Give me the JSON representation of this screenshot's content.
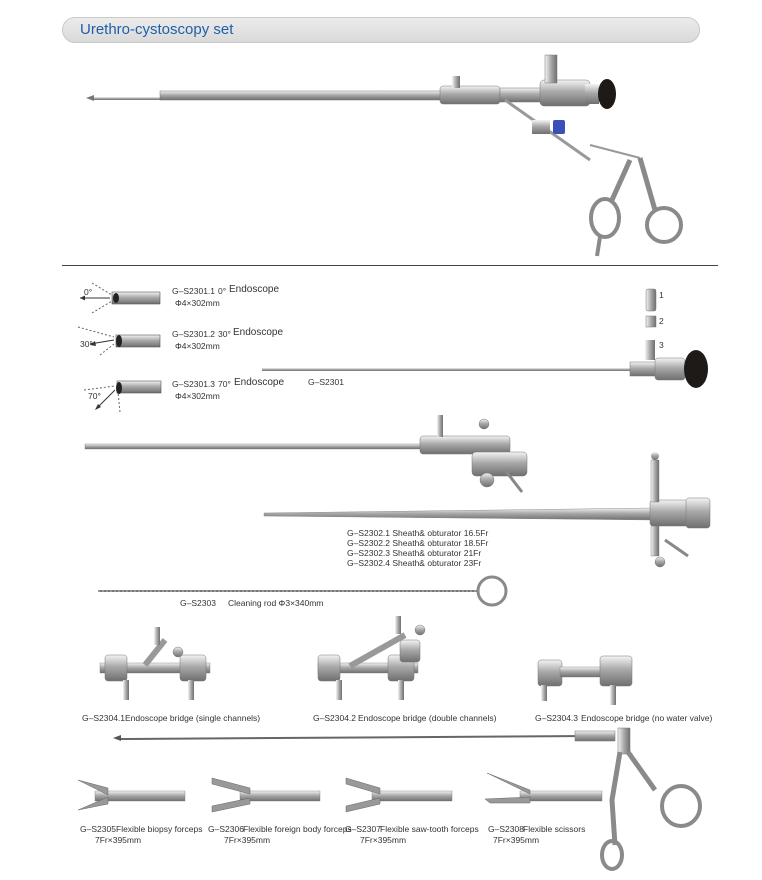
{
  "header": {
    "title": "Urethro-cystoscopy set"
  },
  "endoscopes": [
    {
      "code": "G–S2301.1",
      "angle": "0°",
      "name": "Endoscope",
      "dims": "Φ4×302mm",
      "diagram_angle": "0°"
    },
    {
      "code": "G–S2301.2",
      "angle": "30°",
      "name": "Endoscope",
      "dims": "Φ4×302mm",
      "diagram_angle": "30°"
    },
    {
      "code": "G–S2301.3",
      "angle": "70°",
      "name": "Endoscope",
      "dims": "Φ4×302mm",
      "diagram_angle": "70°"
    }
  ],
  "scope_label": "G–S2301",
  "parts": [
    "1",
    "2",
    "3"
  ],
  "sheaths": [
    "G–S2302.1 Sheath& obturator  16.5Fr",
    "G–S2302.2 Sheath& obturator  18.5Fr",
    "G–S2302.3 Sheath& obturator  21Fr",
    "G–S2302.4 Sheath& obturator  23Fr"
  ],
  "cleaning_rod": {
    "code": "G–S2303",
    "name": "Cleaning rod Φ3×340mm"
  },
  "bridges": [
    {
      "code": "G–S2304.1",
      "name": "Endoscope bridge (single channels)"
    },
    {
      "code": "G–S2304.2",
      "name": "Endoscope bridge (double  channels)"
    },
    {
      "code": "G–S2304.3",
      "name": "Endoscope bridge (no water valve)"
    }
  ],
  "forceps": [
    {
      "code": "G–S2305",
      "name": "Flexible biopsy forceps",
      "dims": "7Fr×395mm"
    },
    {
      "code": "G–S2306",
      "name": "Flexible foreign body forceps",
      "dims": "7Fr×395mm"
    },
    {
      "code": "G–S2307",
      "name": "Flexible saw-tooth forceps",
      "dims": "7Fr×395mm"
    },
    {
      "code": "G–S2308",
      "name": "Flexible scissors",
      "dims": "7Fr×395mm"
    }
  ]
}
